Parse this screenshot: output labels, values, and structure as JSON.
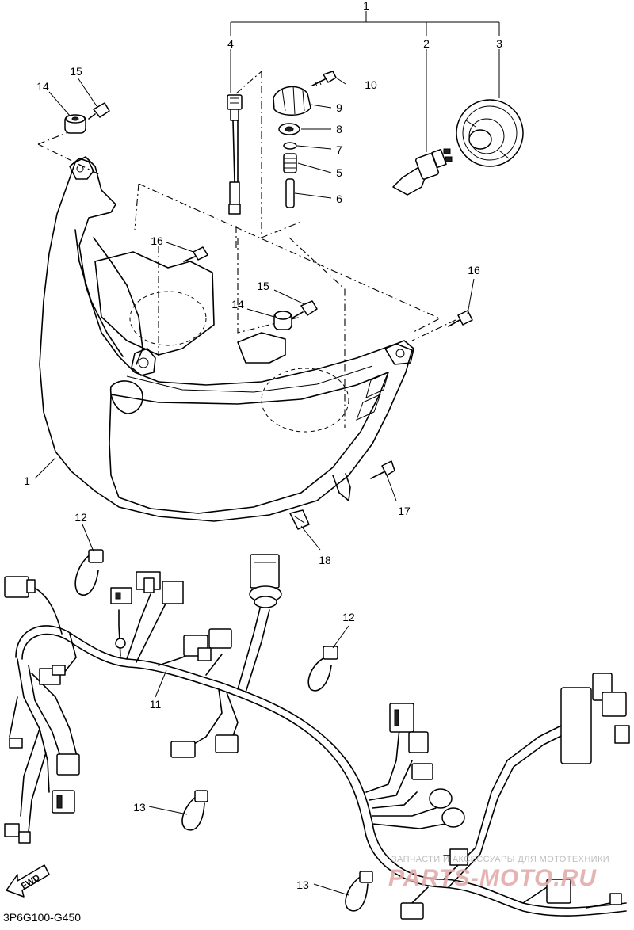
{
  "diagram": {
    "part_code": "3P6G100-G450",
    "fwd_label": "FWD",
    "watermark": {
      "line1": "ЗАПЧАСТИ И АКСЕССУАРЫ ДЛЯ МОТОТЕХНИКИ",
      "logo": "PARTS-MOTO.RU"
    },
    "callouts": [
      {
        "id": "c1a",
        "label": "1",
        "part": "headlight assembly"
      },
      {
        "id": "c1b",
        "label": "1",
        "part": "headlight assembly"
      },
      {
        "id": "c2",
        "label": "2",
        "part": "bulb"
      },
      {
        "id": "c3",
        "label": "3",
        "part": "cover"
      },
      {
        "id": "c4",
        "label": "4",
        "part": "bulb socket cord"
      },
      {
        "id": "c5",
        "label": "5",
        "part": "adjuster nut"
      },
      {
        "id": "c6",
        "label": "6",
        "part": "adjuster shaft"
      },
      {
        "id": "c7",
        "label": "7",
        "part": "washer"
      },
      {
        "id": "c8",
        "label": "8",
        "part": "nut"
      },
      {
        "id": "c9",
        "label": "9",
        "part": "damper"
      },
      {
        "id": "c10",
        "label": "10",
        "part": "screw"
      },
      {
        "id": "c11",
        "label": "11",
        "part": "wire harness"
      },
      {
        "id": "c12a",
        "label": "12",
        "part": "clamp"
      },
      {
        "id": "c12b",
        "label": "12",
        "part": "clamp"
      },
      {
        "id": "c13a",
        "label": "13",
        "part": "band"
      },
      {
        "id": "c13b",
        "label": "13",
        "part": "band"
      },
      {
        "id": "c14a",
        "label": "14",
        "part": "grommet"
      },
      {
        "id": "c14b",
        "label": "14",
        "part": "grommet"
      },
      {
        "id": "c15a",
        "label": "15",
        "part": "bolt"
      },
      {
        "id": "c15b",
        "label": "15",
        "part": "bolt"
      },
      {
        "id": "c16a",
        "label": "16",
        "part": "screw"
      },
      {
        "id": "c16b",
        "label": "16",
        "part": "screw"
      },
      {
        "id": "c17",
        "label": "17",
        "part": "screw"
      },
      {
        "id": "c18",
        "label": "18",
        "part": "nut"
      }
    ]
  }
}
